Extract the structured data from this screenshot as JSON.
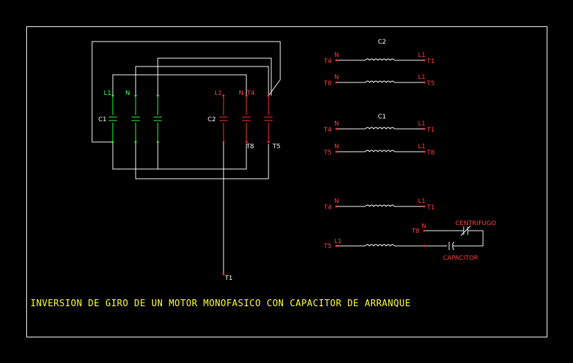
{
  "title": "INVERSION DE GIRO DE UN MOTOR MONOFASICO CON CAPACITOR DE ARRANQUE",
  "colors": {
    "background": "#000000",
    "wire": "#ffffff",
    "contactor_1": "#33ff33",
    "contactor_2": "#ff3333",
    "title": "#ffff33"
  },
  "contactors": {
    "c1": {
      "label": "C1",
      "lines": [
        "L1",
        "N",
        ""
      ]
    },
    "c2": {
      "label": "C2",
      "lines": [
        "L1",
        "N",
        "T4"
      ],
      "bottom_labels": [
        "",
        "T8",
        "T5"
      ]
    },
    "motor_terminal": "T1"
  },
  "connections": {
    "c2": {
      "label": "C2",
      "rows": [
        {
          "left_top": "N",
          "left": "T4",
          "right_top": "L1",
          "right": "T1"
        },
        {
          "left_top": "N",
          "left": "T8",
          "right_top": "L1",
          "right": "T5"
        }
      ]
    },
    "c1": {
      "label": "C1",
      "rows": [
        {
          "left_top": "N",
          "left": "T4",
          "right_top": "L1",
          "right": "T1"
        },
        {
          "left_top": "N",
          "left": "T5",
          "right_top": "L1",
          "right": "T8"
        }
      ]
    }
  },
  "windings": {
    "main": {
      "left_top": "N",
      "left": "T4",
      "right_top": "L1",
      "right": "T1"
    },
    "start": {
      "left": "T5",
      "left_top": "L1",
      "switch_left": "T8",
      "switch_top": "N",
      "switch_label": "CENTRIFUGO",
      "capacitor_label": "CAPACITOR"
    }
  }
}
